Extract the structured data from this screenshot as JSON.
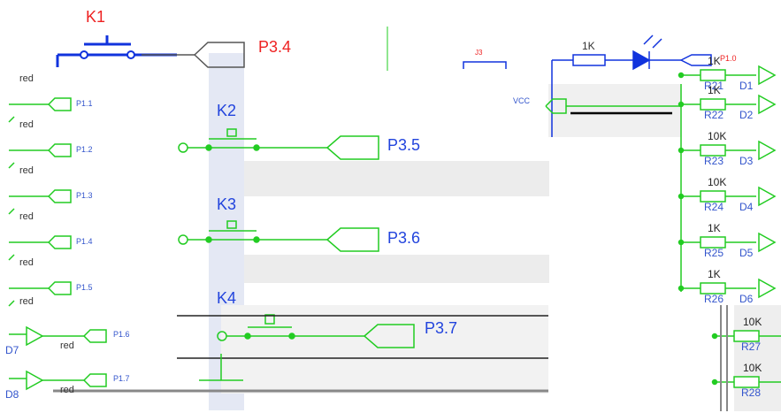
{
  "colors": {
    "wire_green": "#22cc22",
    "wire_blue": "#1133dd",
    "text_red": "#ee2222",
    "text_blue": "#2244dd",
    "shadow": "#e8e8e8"
  },
  "switches": {
    "k1": {
      "label": "K1",
      "port": "P3.4"
    },
    "k2": {
      "label": "K2",
      "port": "P3.5"
    },
    "k3": {
      "label": "K3",
      "port": "P3.6"
    },
    "k4": {
      "label": "K4",
      "port": "P3.7"
    }
  },
  "leds_left": {
    "color_label": "red",
    "ports": [
      "P1.1",
      "P1.2",
      "P1.3",
      "P1.4",
      "P1.5",
      "P1.6",
      "P1.7"
    ]
  },
  "right_block": {
    "header": "J3",
    "top_resistor": "1K",
    "top_port": "P1.0",
    "vcc": "VCC",
    "rows": [
      {
        "value": "1K",
        "ref": "R21",
        "diode": "D1"
      },
      {
        "value": "1K",
        "ref": "R22",
        "diode": "D2"
      },
      {
        "value": "10K",
        "ref": "R23",
        "diode": "D3"
      },
      {
        "value": "10K",
        "ref": "R24",
        "diode": "D4"
      },
      {
        "value": "1K",
        "ref": "R25",
        "diode": "D5"
      },
      {
        "value": "1K",
        "ref": "R26",
        "diode": "D6"
      },
      {
        "value": "10K",
        "ref": "R27",
        "diode": ""
      },
      {
        "value": "10K",
        "ref": "R28",
        "diode": ""
      }
    ],
    "left_bottom_refs": [
      "D7",
      "D8"
    ]
  }
}
